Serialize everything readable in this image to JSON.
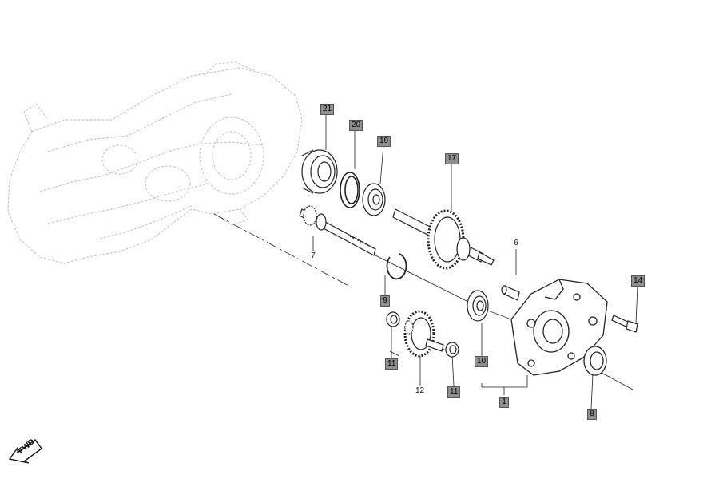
{
  "callouts": {
    "c21": "21",
    "c20": "20",
    "c19": "19",
    "c17": "17",
    "c7": "7",
    "c6": "6",
    "c14": "14",
    "c9": "9",
    "c10": "10",
    "c11a": "11",
    "c11b": "11",
    "c12": "12",
    "c1": "1",
    "c8": "8"
  },
  "fwd_label": "FWD",
  "colors": {
    "line": "#222222",
    "ghost": "#c8c8c8",
    "label_fill": "#8f8f8f"
  }
}
